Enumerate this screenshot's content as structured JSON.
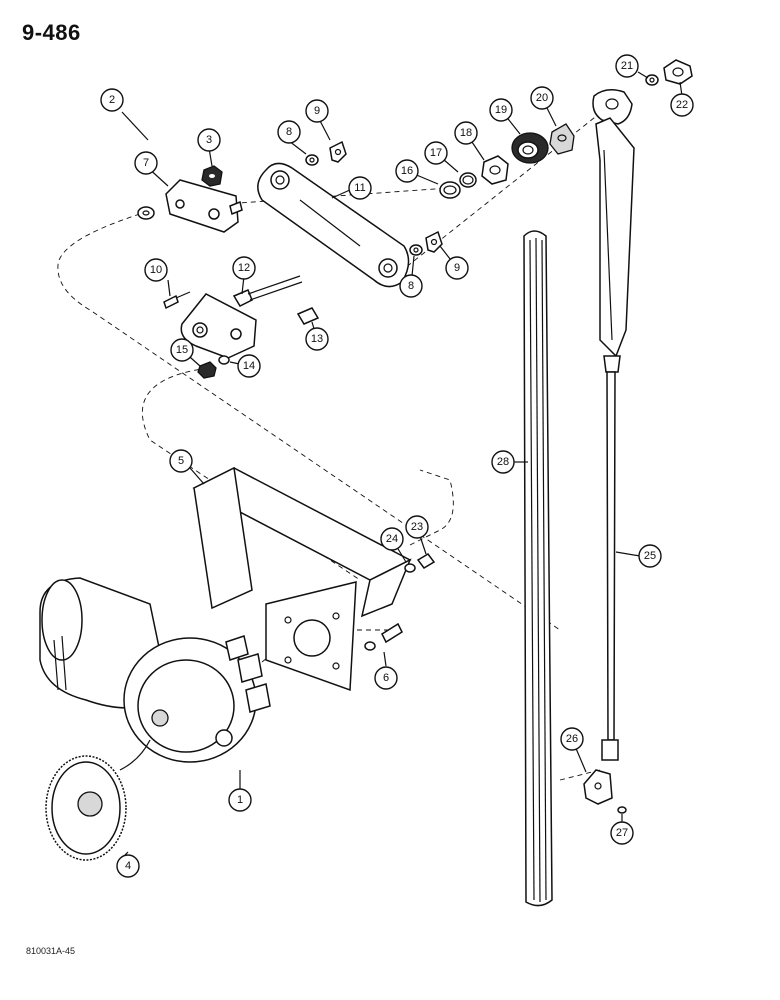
{
  "page": {
    "number": "9-486",
    "figure_code": "810031A-45"
  },
  "callouts": [
    {
      "id": "c1",
      "label": "1"
    },
    {
      "id": "c2",
      "label": "2"
    },
    {
      "id": "c3",
      "label": "3"
    },
    {
      "id": "c4",
      "label": "4"
    },
    {
      "id": "c5",
      "label": "5"
    },
    {
      "id": "c6",
      "label": "6"
    },
    {
      "id": "c7",
      "label": "7"
    },
    {
      "id": "c8a",
      "label": "8"
    },
    {
      "id": "c8b",
      "label": "8"
    },
    {
      "id": "c9a",
      "label": "9"
    },
    {
      "id": "c9b",
      "label": "9"
    },
    {
      "id": "c10",
      "label": "10"
    },
    {
      "id": "c11",
      "label": "11"
    },
    {
      "id": "c12",
      "label": "12"
    },
    {
      "id": "c13",
      "label": "13"
    },
    {
      "id": "c14",
      "label": "14"
    },
    {
      "id": "c15",
      "label": "15"
    },
    {
      "id": "c16",
      "label": "16"
    },
    {
      "id": "c17",
      "label": "17"
    },
    {
      "id": "c18",
      "label": "18"
    },
    {
      "id": "c19",
      "label": "19"
    },
    {
      "id": "c20",
      "label": "20"
    },
    {
      "id": "c21",
      "label": "21"
    },
    {
      "id": "c22",
      "label": "22"
    },
    {
      "id": "c23",
      "label": "23"
    },
    {
      "id": "c24",
      "label": "24"
    },
    {
      "id": "c25",
      "label": "25"
    },
    {
      "id": "c26",
      "label": "26"
    },
    {
      "id": "c27",
      "label": "27"
    },
    {
      "id": "c28",
      "label": "28"
    }
  ]
}
